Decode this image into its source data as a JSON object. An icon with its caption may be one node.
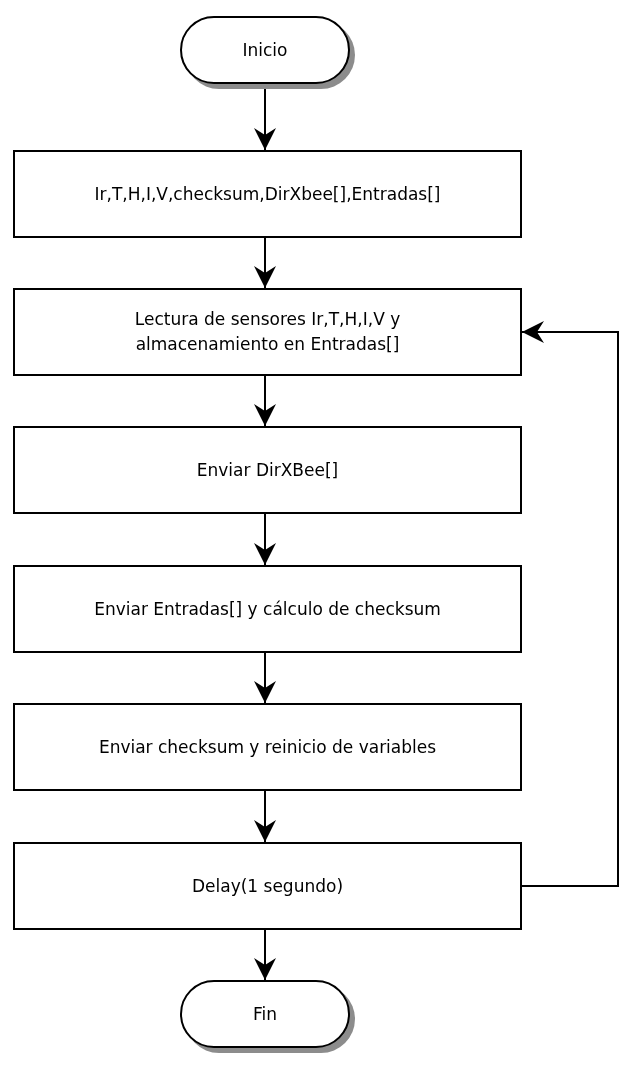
{
  "diagram": {
    "nodes": [
      {
        "text": [
          "Inicio"
        ]
      },
      {
        "text": [
          "Ir,T,H,I,V,checksum,DirXbee[],Entradas[]"
        ]
      },
      {
        "text": [
          "Lectura de sensores Ir,T,H,I,V y almacenamiento en Entradas[]"
        ]
      },
      {
        "text": [
          "Enviar DirXBee[]"
        ]
      },
      {
        "text": [
          "Enviar Entradas[] y cálculo de checksum"
        ]
      },
      {
        "text": [
          "Enviar checksum y reinicio de variables"
        ]
      },
      {
        "text": [
          "Delay(1 segundo)"
        ]
      },
      {
        "text": [
          "Fin"
        ]
      }
    ],
    "edges": [
      {
        "from": 0,
        "to": 1,
        "arrow": "to"
      },
      {
        "from": 1,
        "to": 2,
        "arrow": "to"
      },
      {
        "from": 2,
        "to": 3,
        "arrow": "to"
      },
      {
        "from": 3,
        "to": 4,
        "arrow": "to"
      },
      {
        "from": 4,
        "to": 5,
        "arrow": "to"
      },
      {
        "from": 5,
        "to": 6,
        "arrow": "to"
      },
      {
        "from": 6,
        "to": 7,
        "arrow": "to"
      },
      {
        "from": 6,
        "to": 2,
        "arrow": "to"
      }
    ]
  }
}
